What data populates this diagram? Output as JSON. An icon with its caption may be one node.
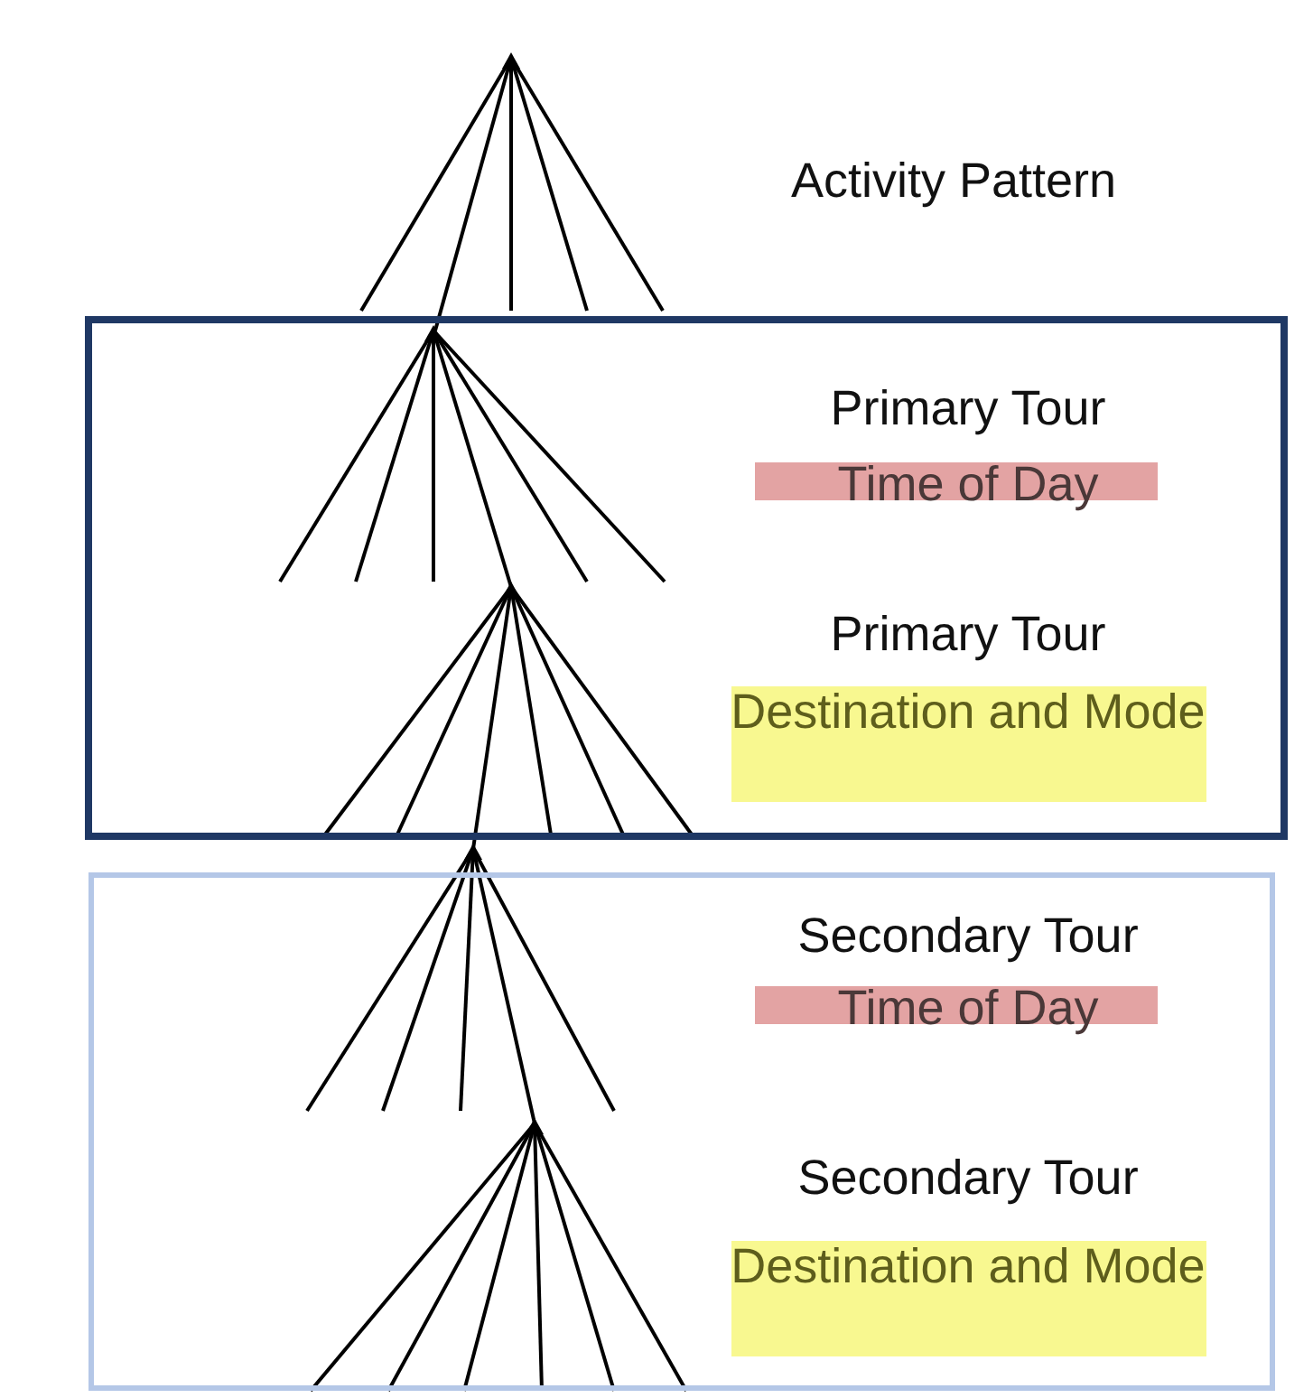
{
  "diagram": {
    "nodes": [
      {
        "text": [
          "Primary Tour",
          "Time of Day",
          "Primary Tour",
          "Destination and Mode"
        ]
      },
      {
        "text": [
          "Secondary Tour",
          "Time of Day",
          "Secondary Tour",
          "Destination and Mode"
        ]
      }
    ],
    "labels": [
      "Activity Pattern"
    ]
  }
}
